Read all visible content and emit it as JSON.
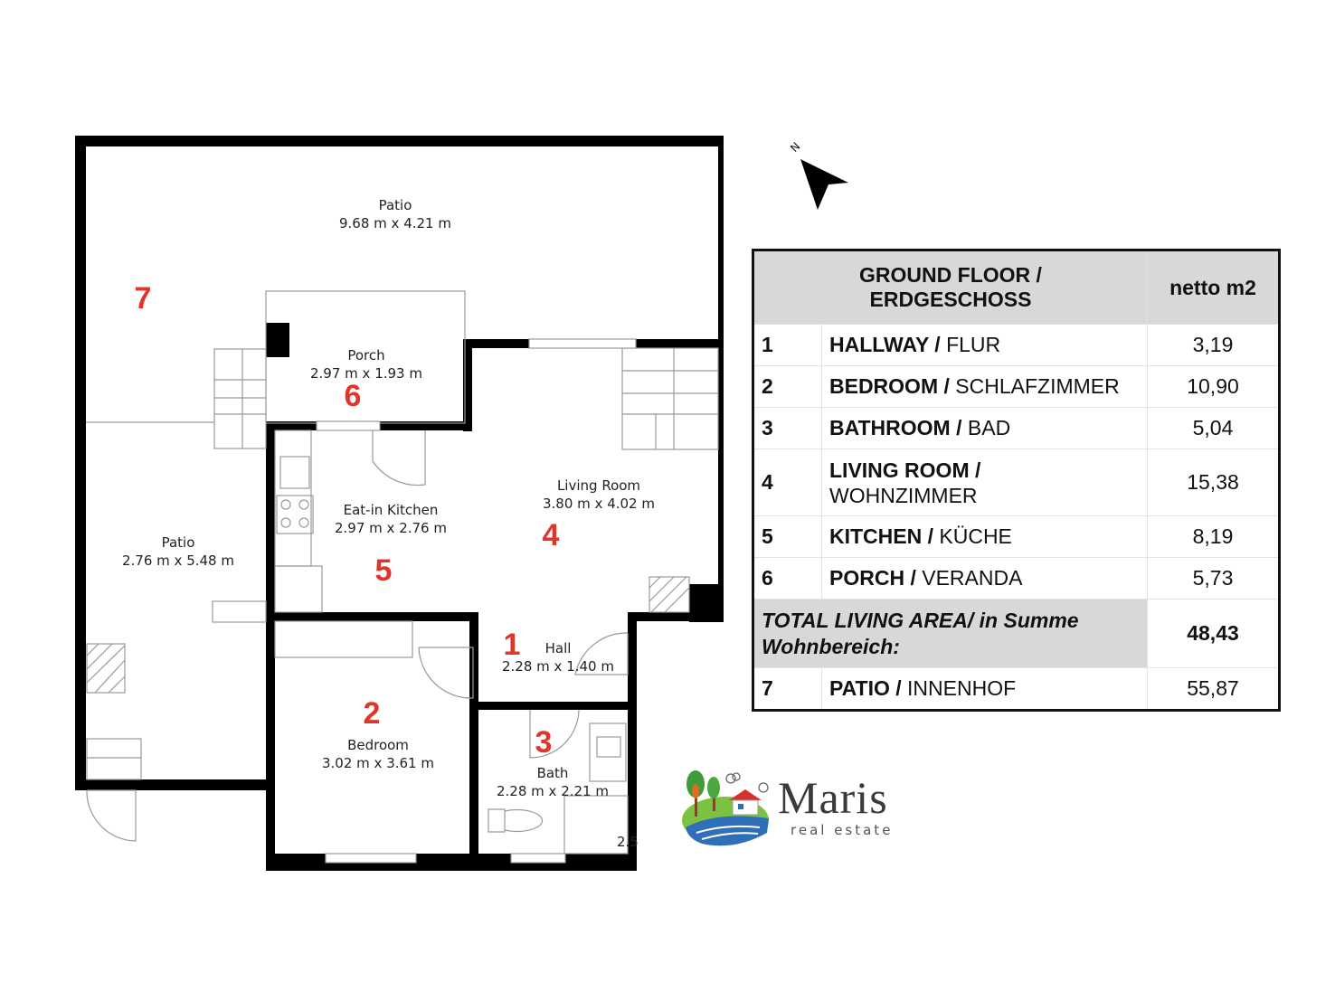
{
  "rooms": {
    "patio_top": {
      "name": "Patio",
      "size": "9.68 m x 4.21 m"
    },
    "patio_left": {
      "name": "Patio",
      "size": "2.76 m x 5.48 m"
    },
    "porch": {
      "name": "Porch",
      "size": "2.97 m x 1.93 m"
    },
    "kitchen": {
      "name": "Eat-in Kitchen",
      "size": "2.97 m x 2.76 m"
    },
    "living": {
      "name": "Living Room",
      "size": "3.80 m x 4.02 m"
    },
    "hall": {
      "name": "Hall",
      "size": "2.28 m x 1.40 m"
    },
    "bedroom": {
      "name": "Bedroom",
      "size": "3.02 m x 3.61 m"
    },
    "bath": {
      "name": "Bath",
      "size": "2.28 m x 2.21 m"
    }
  },
  "room_numbers": {
    "patio": "7",
    "porch": "6",
    "kitchen": "5",
    "living": "4",
    "hall": "1",
    "bedroom": "2",
    "bath": "3"
  },
  "fragment_label": "2.5",
  "compass": {
    "letter": "N"
  },
  "table": {
    "header": {
      "title_line1": "GROUND FLOOR /",
      "title_line2": "ERDGESCHOSS",
      "col_value": "netto m2"
    },
    "rows": [
      {
        "num": "1",
        "en": "HALLWAY /",
        "de": " FLUR",
        "value": "3,19"
      },
      {
        "num": "2",
        "en": "BEDROOM /",
        "de": " SCHLAFZIMMER",
        "value": "10,90"
      },
      {
        "num": "3",
        "en": "BATHROOM /",
        "de": " BAD",
        "value": "5,04"
      },
      {
        "num": "4",
        "en": "LIVING ROOM /",
        "de": "WOHNZIMMER",
        "value": "15,38"
      },
      {
        "num": "5",
        "en": "KITCHEN /",
        "de": " KÜCHE",
        "value": "8,19"
      },
      {
        "num": "6",
        "en": "PORCH /",
        "de": " VERANDA",
        "value": "5,73"
      }
    ],
    "total": {
      "line1": "TOTAL LIVING AREA/ in Summe",
      "line2": "Wohnbereich:",
      "value": "48,43"
    },
    "patio_row": {
      "num": "7",
      "en": "PATIO /",
      "de": " INNENHOF",
      "value": "55,87"
    }
  },
  "logo": {
    "name": "Maris",
    "subtitle": "real estate"
  },
  "colors": {
    "room_number": "#e0352b",
    "header_bg": "#d8d8d8",
    "wall": "#000000"
  }
}
